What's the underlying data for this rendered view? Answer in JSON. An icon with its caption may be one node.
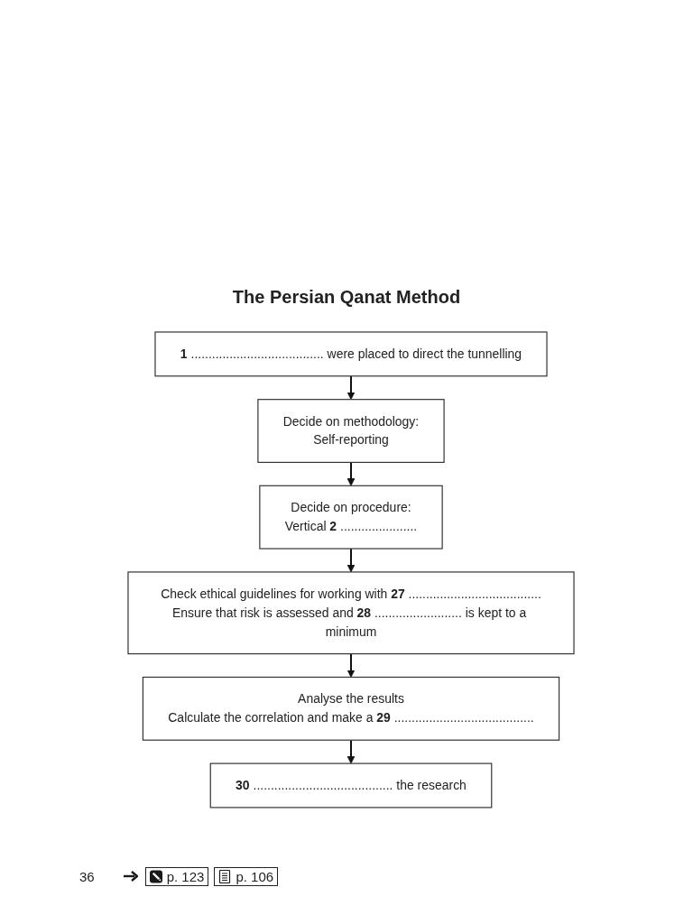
{
  "diagram": {
    "title": "The Persian Qanat Method",
    "nodes": [
      {
        "text": [
          "**1** ...................................... were placed to direct the tunnelling"
        ]
      },
      {
        "text": [
          "Decide on methodology:",
          "Self-reporting"
        ]
      },
      {
        "text": [
          "Decide on procedure:",
          "Vertical **2** ......................"
        ]
      },
      {
        "text": [
          "Check ethical guidelines for working with **27** ......................................",
          "Ensure that risk is assessed and **28** ......................... is kept to a minimum"
        ]
      },
      {
        "text": [
          "Analyse the results",
          "Calculate the correlation and make a **29** ........................................"
        ]
      },
      {
        "text": [
          "**30** ........................................ the research"
        ]
      }
    ],
    "edges": [
      {
        "from": 0,
        "to": 1,
        "arrow": "to"
      },
      {
        "from": 1,
        "to": 2,
        "arrow": "to"
      },
      {
        "from": 2,
        "to": 3,
        "arrow": "to"
      },
      {
        "from": 3,
        "to": 4,
        "arrow": "to"
      },
      {
        "from": 4,
        "to": 5,
        "arrow": "to"
      }
    ],
    "labels": [
      "36",
      "p. 123",
      "p. 106"
    ]
  }
}
